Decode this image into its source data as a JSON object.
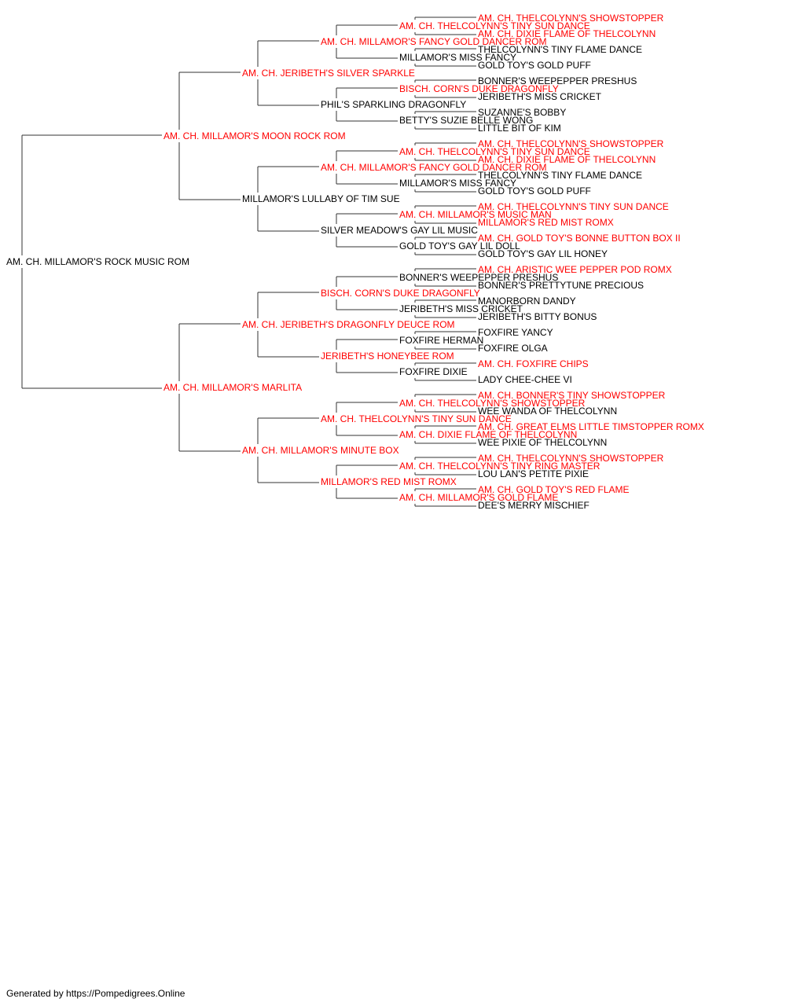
{
  "colors": {
    "champion": "#ff0000",
    "regular": "#000000",
    "connector": "#333333"
  },
  "footer": {
    "text": "Generated by https://Pompedigrees.Online"
  },
  "pedigree": {
    "name": "AM. CH. MILLAMOR'S ROCK MUSIC ROM",
    "champion": false,
    "sire": {
      "name": "AM. CH. MILLAMOR'S MOON ROCK ROM",
      "champion": true,
      "sire": {
        "name": "AM. CH. JERIBETH'S SILVER SPARKLE",
        "champion": true,
        "sire": {
          "name": "AM. CH. MILLAMOR'S FANCY GOLD DANCER ROM",
          "champion": true,
          "sire": {
            "name": "AM. CH. THELCOLYNN'S TINY SUN DANCE",
            "champion": true,
            "sire": {
              "name": "AM. CH. THELCOLYNN'S SHOWSTOPPER",
              "champion": true
            },
            "dam": {
              "name": "AM. CH. DIXIE FLAME OF THELCOLYNN",
              "champion": true
            }
          },
          "dam": {
            "name": "MILLAMOR'S MISS FANCY",
            "champion": false,
            "sire": {
              "name": "THELCOLYNN'S TINY FLAME DANCE",
              "champion": false
            },
            "dam": {
              "name": "GOLD TOY'S GOLD PUFF",
              "champion": false
            }
          }
        },
        "dam": {
          "name": "PHIL'S SPARKLING DRAGONFLY",
          "champion": false,
          "sire": {
            "name": "BISCH. CORN'S DUKE DRAGONFLY",
            "champion": true,
            "sire": {
              "name": "BONNER'S WEEPEPPER PRESHUS",
              "champion": false
            },
            "dam": {
              "name": "JERIBETH'S MISS CRICKET",
              "champion": false
            }
          },
          "dam": {
            "name": "BETTY'S SUZIE BELLE WONG",
            "champion": false,
            "sire": {
              "name": "SUZANNE'S BOBBY",
              "champion": false
            },
            "dam": {
              "name": "LITTLE BIT OF KIM",
              "champion": false
            }
          }
        }
      },
      "dam": {
        "name": "MILLAMOR'S LULLABY OF TIM SUE",
        "champion": false,
        "sire": {
          "name": "AM. CH. MILLAMOR'S FANCY GOLD DANCER ROM",
          "champion": true,
          "sire": {
            "name": "AM. CH. THELCOLYNN'S TINY SUN DANCE",
            "champion": true,
            "sire": {
              "name": "AM. CH. THELCOLYNN'S SHOWSTOPPER",
              "champion": true
            },
            "dam": {
              "name": "AM. CH. DIXIE FLAME OF THELCOLYNN",
              "champion": true
            }
          },
          "dam": {
            "name": "MILLAMOR'S MISS FANCY",
            "champion": false,
            "sire": {
              "name": "THELCOLYNN'S TINY FLAME DANCE",
              "champion": false
            },
            "dam": {
              "name": "GOLD TOY'S GOLD PUFF",
              "champion": false
            }
          }
        },
        "dam": {
          "name": "SILVER MEADOW'S GAY LIL MUSIC",
          "champion": false,
          "sire": {
            "name": "AM. CH. MILLAMOR'S MUSIC MAN",
            "champion": true,
            "sire": {
              "name": "AM. CH. THELCOLYNN'S TINY SUN DANCE",
              "champion": true
            },
            "dam": {
              "name": "MILLAMOR'S RED MIST ROMX",
              "champion": true
            }
          },
          "dam": {
            "name": "GOLD TOY'S GAY LIL DOLL",
            "champion": false,
            "sire": {
              "name": "AM. CH. GOLD TOY'S BONNE BUTTON BOX II",
              "champion": true
            },
            "dam": {
              "name": "GOLD TOY'S GAY LIL HONEY",
              "champion": false
            }
          }
        }
      }
    },
    "dam": {
      "name": "AM. CH. MILLAMOR'S MARLITA",
      "champion": true,
      "sire": {
        "name": "AM. CH. JERIBETH'S DRAGONFLY DEUCE ROM",
        "champion": true,
        "sire": {
          "name": "BISCH. CORN'S DUKE DRAGONFLY",
          "champion": true,
          "sire": {
            "name": "BONNER'S WEEPEPPER PRESHUS",
            "champion": false,
            "sire": {
              "name": "AM. CH. ARISTIC WEE PEPPER POD ROMX",
              "champion": true
            },
            "dam": {
              "name": "BONNER'S PRETTYTUNE PRECIOUS",
              "champion": false
            }
          },
          "dam": {
            "name": "JERIBETH'S MISS CRICKET",
            "champion": false,
            "sire": {
              "name": "MANORBORN DANDY",
              "champion": false
            },
            "dam": {
              "name": "JERIBETH'S BITTY BONUS",
              "champion": false
            }
          }
        },
        "dam": {
          "name": "JERIBETH'S HONEYBEE ROM",
          "champion": true,
          "sire": {
            "name": "FOXFIRE HERMAN",
            "champion": false,
            "sire": {
              "name": "FOXFIRE YANCY",
              "champion": false
            },
            "dam": {
              "name": "FOXFIRE OLGA",
              "champion": false
            }
          },
          "dam": {
            "name": "FOXFIRE DIXIE",
            "champion": false,
            "sire": {
              "name": "AM. CH. FOXFIRE CHIPS",
              "champion": true
            },
            "dam": {
              "name": "LADY CHEE-CHEE VI",
              "champion": false
            }
          }
        }
      },
      "dam": {
        "name": "AM. CH. MILLAMOR'S MINUTE BOX",
        "champion": true,
        "sire": {
          "name": "AM. CH. THELCOLYNN'S TINY SUN DANCE",
          "champion": true,
          "sire": {
            "name": "AM. CH. THELCOLYNN'S SHOWSTOPPER",
            "champion": true,
            "sire": {
              "name": "AM. CH. BONNER'S TINY SHOWSTOPPER",
              "champion": true
            },
            "dam": {
              "name": "WEE WANDA OF THELCOLYNN",
              "champion": false
            }
          },
          "dam": {
            "name": "AM. CH. DIXIE FLAME OF THELCOLYNN",
            "champion": true,
            "sire": {
              "name": "AM. CH. GREAT ELMS LITTLE TIMSTOPPER ROMX",
              "champion": true
            },
            "dam": {
              "name": "WEE PIXIE OF THELCOLYNN",
              "champion": false
            }
          }
        },
        "dam": {
          "name": "MILLAMOR'S RED MIST ROMX",
          "champion": true,
          "sire": {
            "name": "AM. CH. THELCOLYNN'S TINY RING MASTER",
            "champion": true,
            "sire": {
              "name": "AM. CH. THELCOLYNN'S SHOWSTOPPER",
              "champion": true
            },
            "dam": {
              "name": "LOU LAN'S PETITE PIXIE",
              "champion": false
            }
          },
          "dam": {
            "name": "AM. CH. MILLAMOR'S GOLD FLAME",
            "champion": true,
            "sire": {
              "name": "AM. CH. GOLD TOY'S RED FLAME",
              "champion": true
            },
            "dam": {
              "name": "DEE'S MERRY MISCHIEF",
              "champion": false
            }
          }
        }
      }
    }
  }
}
